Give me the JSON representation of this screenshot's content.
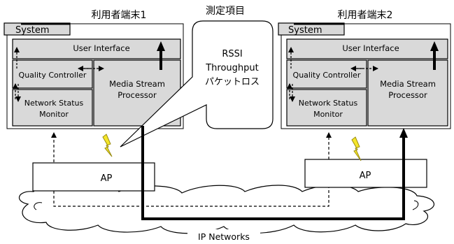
{
  "title_center": "測定項目",
  "terminal1": {
    "title": "利用者端末1",
    "system": "System",
    "ui": "User Interface",
    "qc": "Quality Controller",
    "nsm_line1": "Network Status",
    "nsm_line2": "Monitor",
    "msp_line1": "Media Stream",
    "msp_line2": "Processor"
  },
  "terminal2": {
    "title": "利用者端末2",
    "system": "System",
    "ui": "User Interface",
    "qc": "Quality Controller",
    "nsm_line1": "Network Status",
    "nsm_line2": "Monitor",
    "msp_line1": "Media Stream",
    "msp_line2": "Processor"
  },
  "callout": {
    "line1": "RSSI",
    "line2": "Throughput",
    "line3": "パケットロス"
  },
  "ap1": "AP",
  "ap2": "AP",
  "network": "IP Networks",
  "colors": {
    "box_fill": "#d9d9d9",
    "lightning": "#f5e62a",
    "lightning_stroke": "#9a8c10",
    "ip_label_fill": "#ffffff"
  }
}
